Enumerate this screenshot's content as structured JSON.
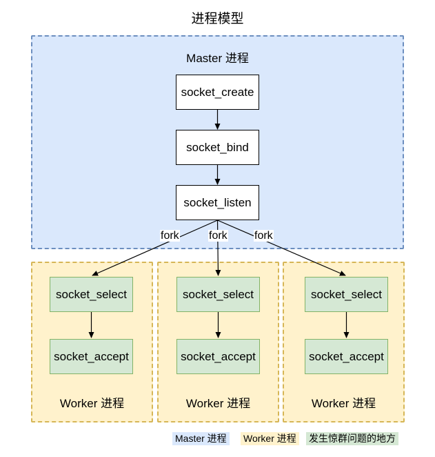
{
  "title": "进程模型",
  "master": {
    "label": "Master 进程",
    "steps": [
      "socket_create",
      "socket_bind",
      "socket_listen"
    ]
  },
  "fork_label": "fork",
  "workers": [
    {
      "label": "Worker 进程",
      "steps": [
        "socket_select",
        "socket_accept"
      ]
    },
    {
      "label": "Worker 进程",
      "steps": [
        "socket_select",
        "socket_accept"
      ]
    },
    {
      "label": "Worker 进程",
      "steps": [
        "socket_select",
        "socket_accept"
      ]
    }
  ],
  "legend": [
    {
      "label": "Master 进程",
      "color": "#dae8fc"
    },
    {
      "label": "Worker 进程",
      "color": "#fff2cc"
    },
    {
      "label": "发生惊群问题的地方",
      "color": "#d5e8d4"
    }
  ]
}
